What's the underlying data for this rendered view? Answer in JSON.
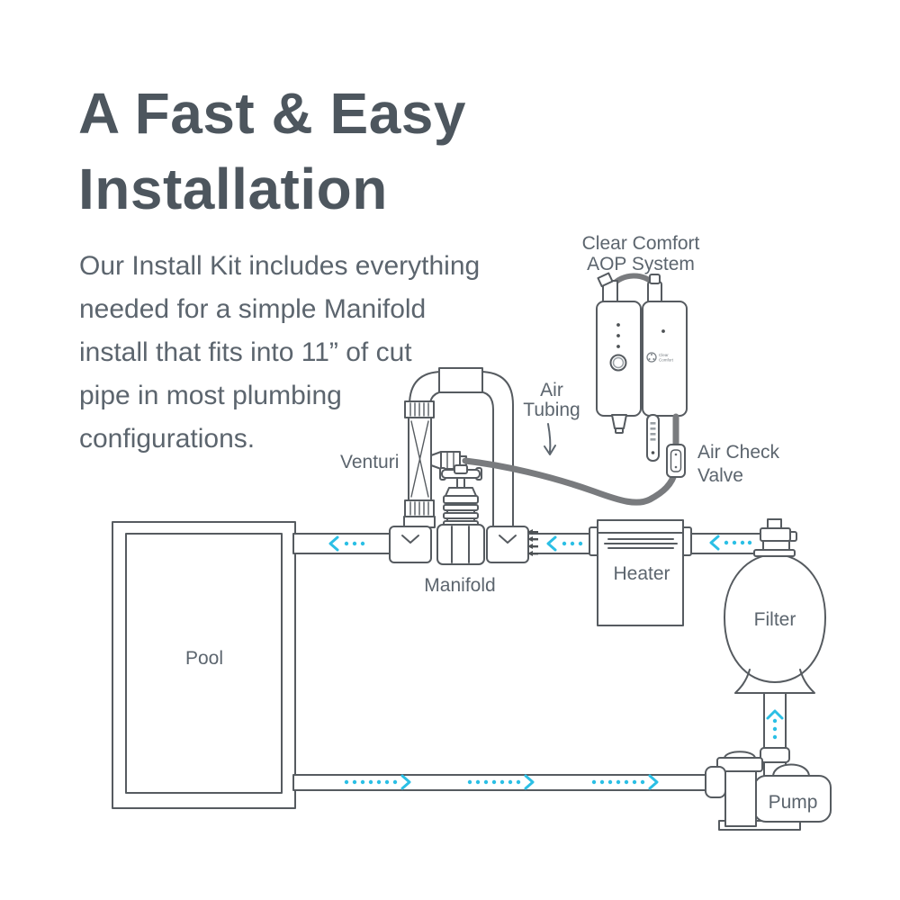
{
  "title": {
    "line1": "A Fast & Easy",
    "line2": "Installation"
  },
  "intro": {
    "lines": [
      "Our Install Kit includes everything",
      "needed for a simple Manifold",
      "install that fits into 11” of cut",
      "pipe in most plumbing",
      "configurations."
    ]
  },
  "diagram": {
    "labels": {
      "system_line1": "Clear Comfort",
      "system_line2": "AOP System",
      "air_tubing_line1": "Air",
      "air_tubing_line2": "Tubing",
      "air_check_line1": "Air Check",
      "air_check_line2": "Valve",
      "venturi": "Venturi",
      "manifold": "Manifold",
      "heater": "Heater",
      "filter": "Filter",
      "pump": "Pump",
      "pool": "Pool",
      "logo_line1": "Clear",
      "logo_line2": "Comfort"
    },
    "flow": {
      "top_pipe_direction": "left",
      "bottom_pipe_direction": "right",
      "riser_direction": "up"
    },
    "colors": {
      "accent_cyan": "#2bbfe5",
      "title_ink": "#4d565e",
      "label_text": "#5c656e",
      "line_outline": "#565b60",
      "air_tube": "#797b7e",
      "cut_mark": "#4d5154"
    }
  }
}
